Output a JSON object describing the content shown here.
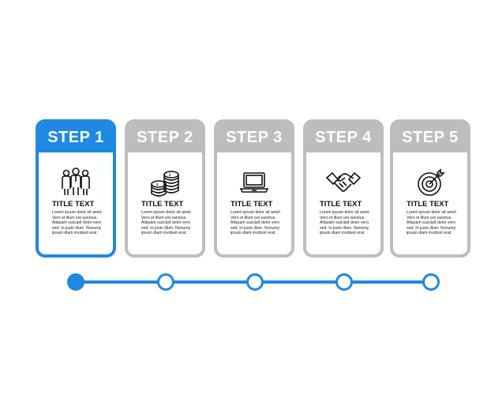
{
  "steps": [
    {
      "label": "STEP 1",
      "title": "TITLE TEXT",
      "body": "Lorem ipsum dolor sit amet. Vero et illum est sanctus. Aliquam suscipit dolor vero sed. In justo illum. Nonumy ipsum diam invidunt erat",
      "icon": "people-icon",
      "active": true
    },
    {
      "label": "STEP 2",
      "title": "TITLE TEXT",
      "body": "Lorem ipsum dolor sit amet. Vero et illum est sanctus. Aliquam suscipit dolor vero sed. In justo illum. Nonumy ipsum diam invidunt erat",
      "icon": "coins-icon",
      "active": false
    },
    {
      "label": "STEP 3",
      "title": "TITLE TEXT",
      "body": "Lorem ipsum dolor sit amet. Vero et illum est sanctus. Aliquam suscipit dolor vero sed. In justo illum. Nonumy ipsum diam invidunt erat",
      "icon": "laptop-icon",
      "active": false
    },
    {
      "label": "STEP 4",
      "title": "TITLE TEXT",
      "body": "Lorem ipsum dolor sit amet. Vero et illum est sanctus. Aliquam suscipit dolor vero sed. In justo illum. Nonumy ipsum diam invidunt erat",
      "icon": "handshake-icon",
      "active": false
    },
    {
      "label": "STEP 5",
      "title": "TITLE TEXT",
      "body": "Lorem ipsum dolor sit amet. Vero et illum est sanctus. Aliquam suscipit dolor vero sed. In justo illum. Nonumy ipsum diam invidunt erat",
      "icon": "target-icon",
      "active": false
    }
  ],
  "colors": {
    "accent": "#1e88e5",
    "inactive": "#bdbdbd"
  }
}
